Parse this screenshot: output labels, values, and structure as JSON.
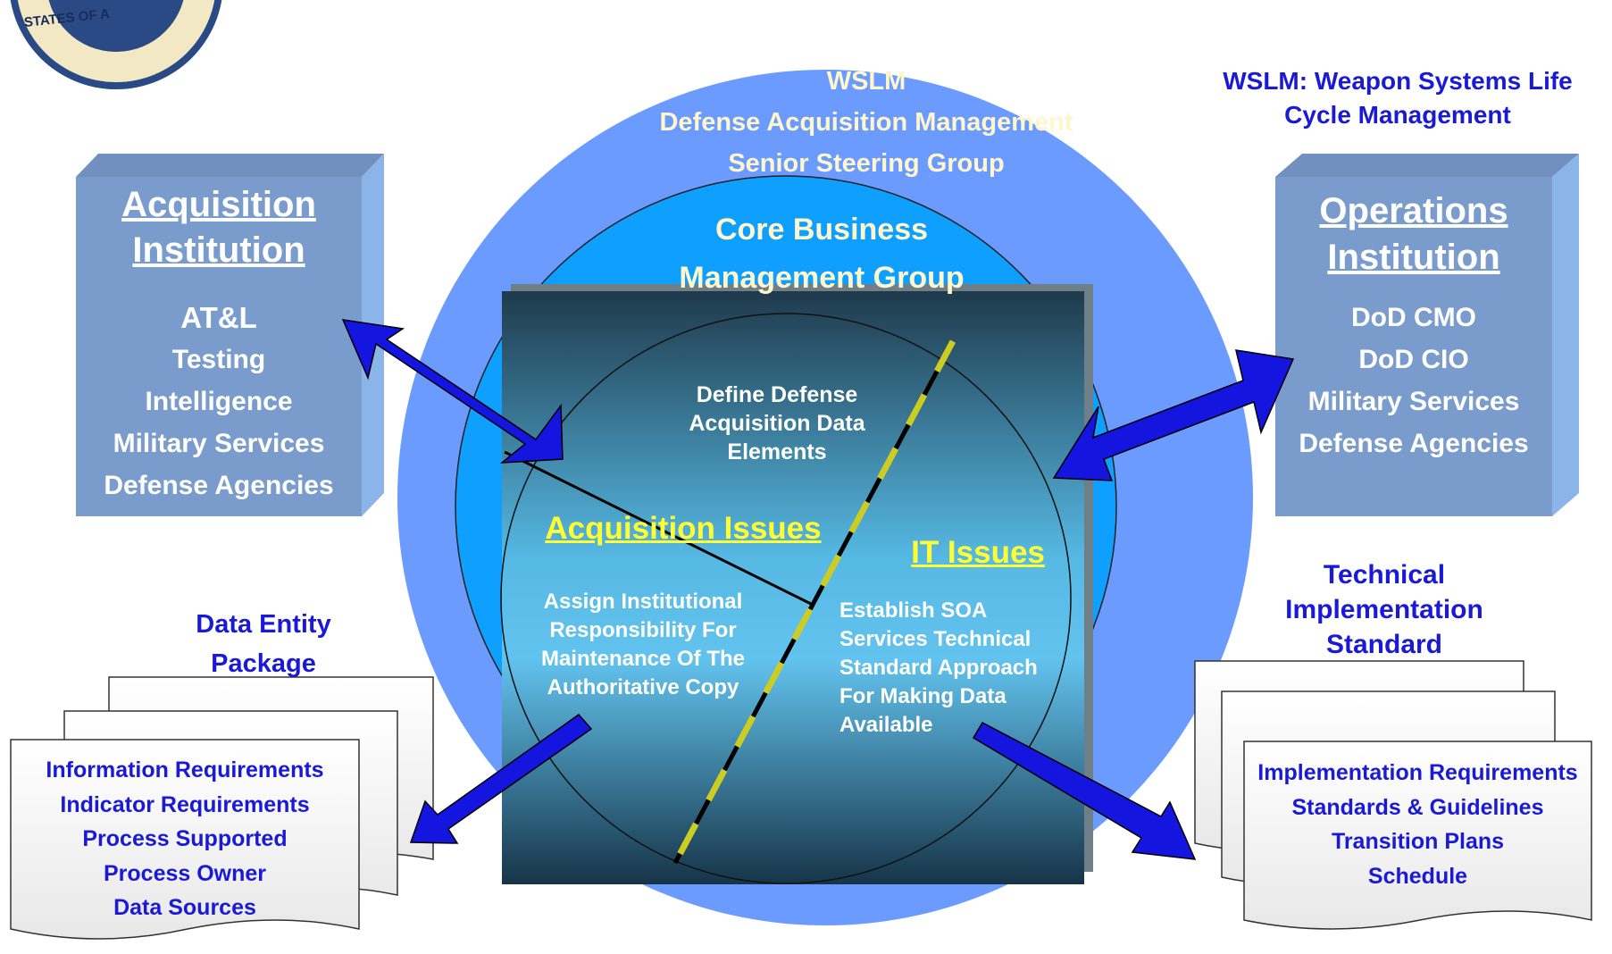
{
  "seal": {
    "text": "STATES OF A"
  },
  "wslm_definition": {
    "line1": "WSLM:  Weapon Systems Life",
    "line2": "Cycle Management"
  },
  "outer_circle": {
    "line1": "WSLM",
    "line2": "Defense Acquisition Management",
    "line3": "Senior Steering Group"
  },
  "middle_circle": {
    "line1": "Core Business",
    "line2": "Management Group"
  },
  "acquisition_institution": {
    "title1": "Acquisition",
    "title2": "Institution",
    "items": [
      "AT&L",
      "Testing",
      "Intelligence",
      "Military Services",
      "Defense Agencies"
    ]
  },
  "operations_institution": {
    "title1": "Operations",
    "title2": "Institution",
    "items": [
      "DoD CMO",
      "DoD CIO",
      "Military Services",
      "Defense Agencies"
    ]
  },
  "center": {
    "define_data": [
      "Define Defense",
      "Acquisition Data",
      "Elements"
    ],
    "acquisition_issues": "Acquisition Issues",
    "it_issues": "IT Issues",
    "assign": [
      "Assign Institutional",
      "Responsibility For",
      "Maintenance Of The",
      "Authoritative Copy"
    ],
    "establish": [
      "Establish SOA",
      "Services Technical",
      "Standard Approach",
      "For Making Data",
      "Available"
    ]
  },
  "data_entity_package": {
    "title1": "Data Entity",
    "title2": "Package",
    "items": [
      "Information Requirements",
      "Indicator Requirements",
      "Process Supported",
      "Process Owner",
      "Data Sources"
    ]
  },
  "technical_standard": {
    "title1": "Technical",
    "title2": "Implementation",
    "title3": "Standard",
    "items": [
      "Implementation Requirements",
      "Standards & Guidelines",
      "Transition Plans",
      "Schedule"
    ]
  },
  "colors": {
    "outer_circle": "#6b9bff",
    "middle_circle": "#0fa0ff",
    "box_face": "#7a9ccc",
    "arrow": "#1515e0",
    "dashed_line": "#cccc22",
    "label_blue": "#1a1ad6"
  }
}
